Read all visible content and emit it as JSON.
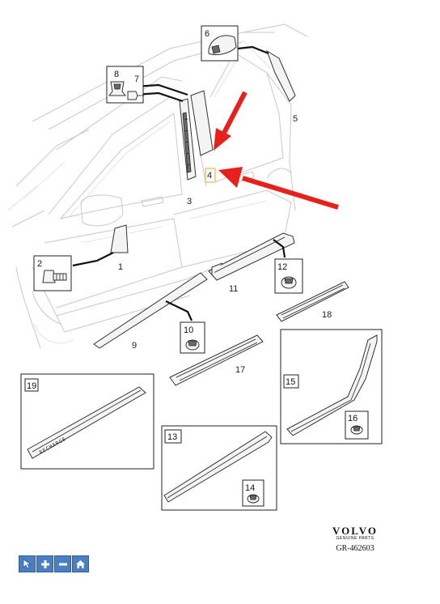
{
  "callouts": {
    "c1": "1",
    "c2": "2",
    "c3": "3",
    "c4": "4",
    "c5": "5",
    "c6": "6",
    "c7": "7",
    "c8": "8",
    "c9": "9",
    "c10": "10",
    "c11": "11",
    "c12": "12",
    "c13": "13",
    "c14": "14",
    "c15": "15",
    "c16": "16",
    "c17": "17",
    "c18": "18",
    "c19": "19"
  },
  "sill_text": "RECHARGE",
  "brand": {
    "logo": "VOLVO",
    "subtitle": "GENUINE PARTS",
    "reference": "GR-462603"
  },
  "arrow_color": "#e8201b",
  "highlight_color": "#f5a623",
  "toolbar": {
    "buttons": [
      {
        "icon": "pointer-icon"
      },
      {
        "icon": "zoom-in-icon"
      },
      {
        "icon": "zoom-out-icon"
      },
      {
        "icon": "home-icon"
      }
    ]
  }
}
